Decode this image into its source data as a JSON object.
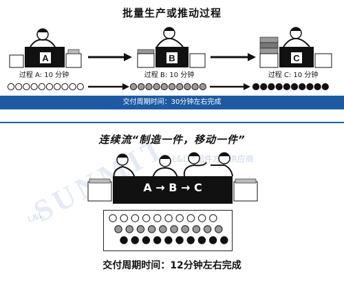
{
  "titles": {
    "top": "批量生产或推动过程",
    "middle": "连续流“制造一件，移动一件”"
  },
  "batch": {
    "processes": [
      {
        "letter": "A",
        "label": "过程 A: 10 分钟"
      },
      {
        "letter": "B",
        "label": "过程 B: 10 分钟"
      },
      {
        "letter": "C",
        "label": "过程 C: 10 分钟"
      }
    ],
    "lead_time": "交付周期时间：30分钟左右完成"
  },
  "flow": {
    "cell_label": "A → B → C",
    "lead_time": "交付周期时间：12分钟左右完成"
  },
  "watermark": {
    "brand": "SUNMIT",
    "line1": "L&L紧固件方案供应商"
  },
  "colors": {
    "band": "#1d5aa3",
    "machine": "#111111",
    "dot_grey": "#9a9a9a",
    "dot_black": "#111111"
  }
}
